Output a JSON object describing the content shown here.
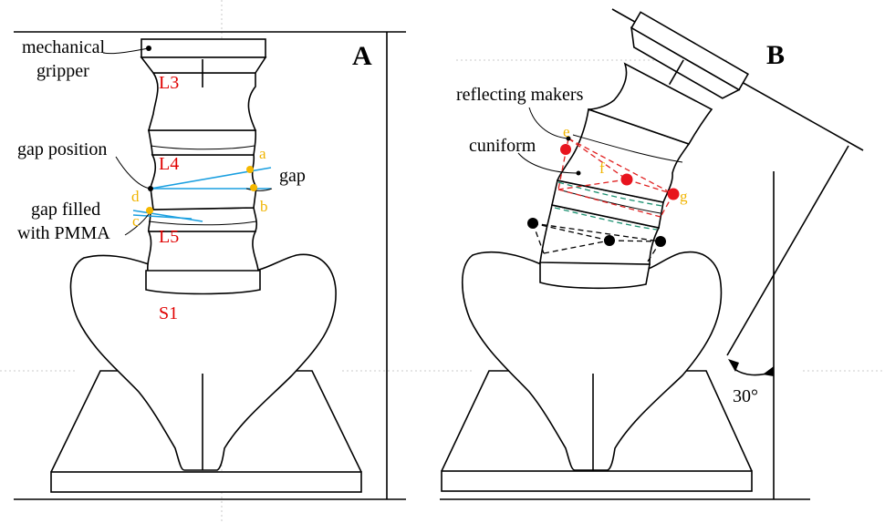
{
  "panel_a": {
    "letter": "A",
    "labels": {
      "gripper_line1": "mechanical",
      "gripper_line2": "gripper",
      "gap_position": "gap position",
      "gap": "gap",
      "gap_filled_line1": "gap filled",
      "gap_filled_line2": "with PMMA"
    },
    "levels": [
      "L3",
      "L4",
      "L5",
      "S1"
    ],
    "points": [
      "a",
      "b",
      "c",
      "d"
    ]
  },
  "panel_b": {
    "letter": "B",
    "labels": {
      "reflecting_makers": "reflecting makers",
      "cuniform": "cuniform"
    },
    "points": [
      "e",
      "f",
      "g"
    ],
    "angle": "30°"
  },
  "colors": {
    "level_label": "#e00000",
    "point_label": "#f0b400",
    "point_dot": "#f5b800",
    "gap_line": "#1a9fe0",
    "marker_red": "#e8141e",
    "marker_black": "#000000",
    "dash_red": "#e02020",
    "dash_green": "#1a9070",
    "dash_black": "#000000"
  }
}
